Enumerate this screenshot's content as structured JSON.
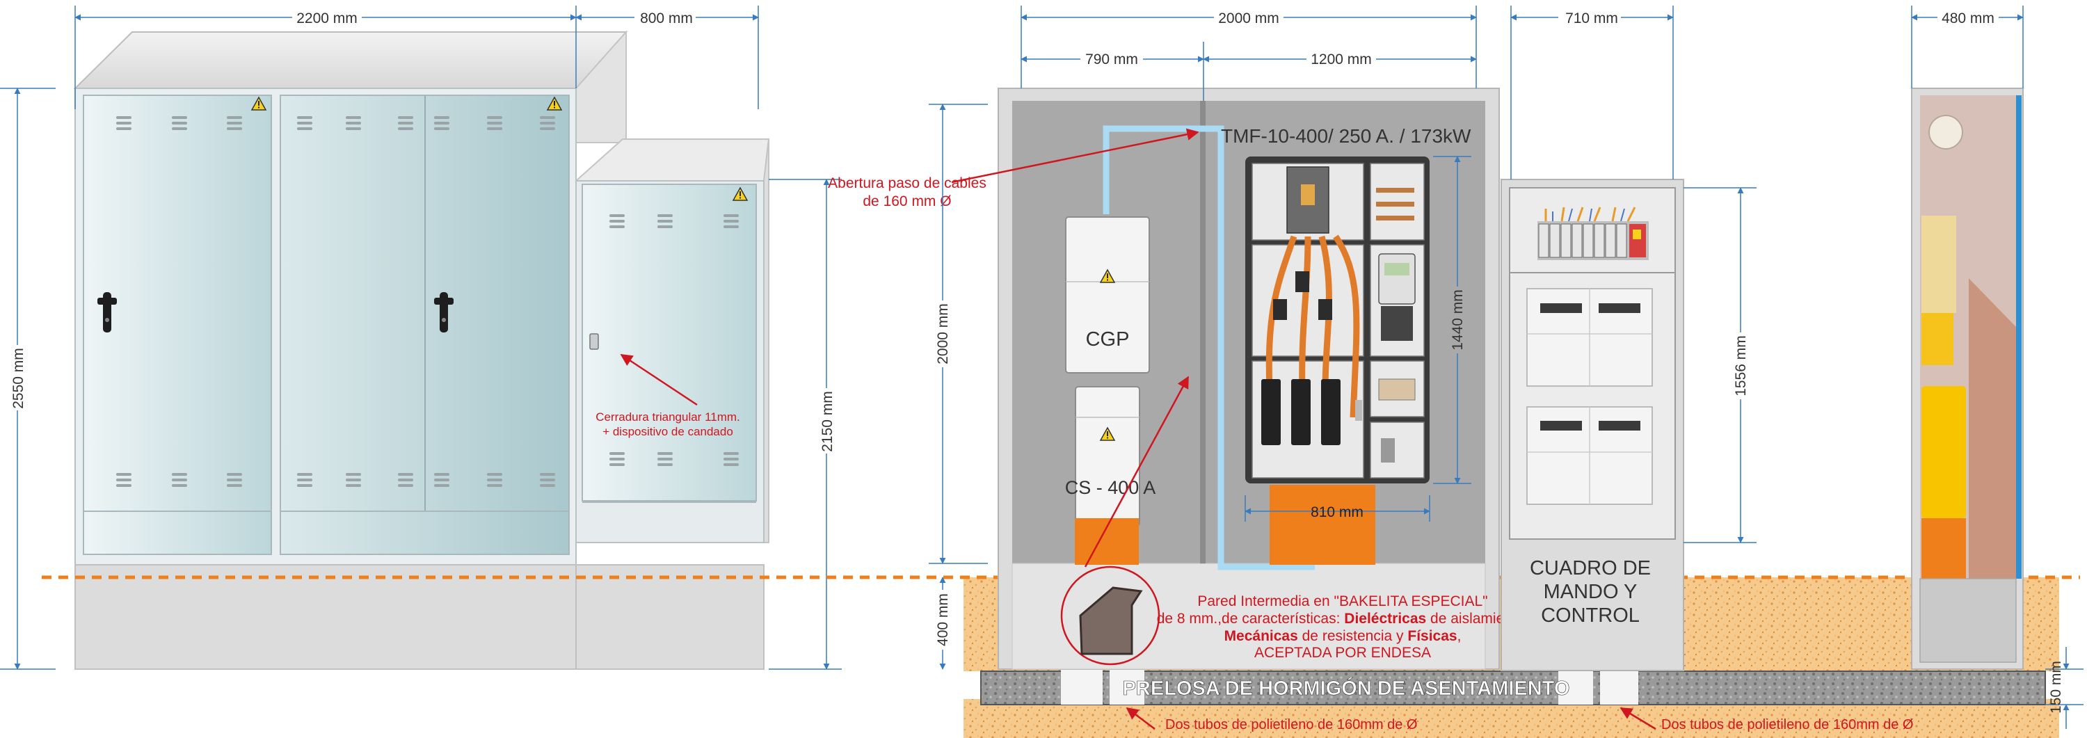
{
  "dimensions": {
    "total_width": "2200 mm",
    "side_width": "800 mm",
    "total_height": "2550 mm",
    "side_height": "2150 mm",
    "inner_width": "2000 mm",
    "left_compartment": "790 mm",
    "right_compartment": "1200 mm",
    "inner_height": "2000 mm",
    "base_height": "400 mm",
    "panel_height": "1440 mm",
    "panel_width": "810 mm",
    "control_width": "710 mm",
    "control_height": "1556 mm",
    "section_width": "480 mm",
    "slab_height": "150 mm"
  },
  "labels": {
    "lock_note_1": "Cerradura triangular 11mm.",
    "lock_note_2": "+ dispositivo de candado",
    "opening_note_1": "Abertura paso de cables",
    "opening_note_2": "de 160 mm Ø",
    "tmf_title": "TMF-10-400/ 250 A. / 173kW",
    "cgp": "CGP",
    "cs": "CS - 400 A",
    "control_1": "CUADRO DE",
    "control_2": "MANDO Y",
    "control_3": "CONTROL",
    "wall_1": "Pared Intermedia en \"BAKELITA ESPECIAL\"",
    "wall_2a": "de 8 mm.,de características: ",
    "wall_2b": "Dieléctricas",
    "wall_2c": " de aislamiento,",
    "wall_3a": "Mecánicas",
    "wall_3b": " de resistencia y ",
    "wall_3c": "Físicas",
    "wall_3d": ",",
    "wall_4": "ACEPTADA POR ENDESA",
    "slab": "PRELOSA DE HORMIGÓN DE ASENTAMIENTO",
    "tubes_left": "Dos tubos de polietileno de 160mm de Ø",
    "tubes_right": "Dos tubos de polietileno de 160mm de Ø"
  },
  "colors": {
    "cabinet_glass": "#c8dde0",
    "annotation_red": "#d0161f",
    "dimension_blue": "#3a7bbf",
    "orange_block": "#ef7f1a",
    "ground_orange": "#f4b26a",
    "slab_gray": "#8a8a8a",
    "warning_yellow": "#f7d21b"
  },
  "icons": [
    "warning-icon",
    "lock-handle-icon",
    "vent-slot-icon"
  ]
}
